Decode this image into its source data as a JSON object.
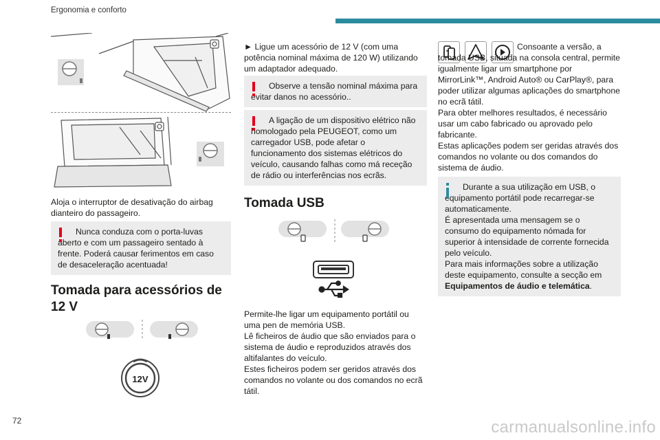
{
  "header": {
    "title": "Ergonomia e conforto"
  },
  "page_number": "72",
  "watermark": "carmanualsonline.info",
  "left_column": {
    "airbag_caption": "Aloja o interruptor de desativação do airbag dianteiro do passageiro.",
    "warning_glovebox": "Nunca conduza com o porta-luvas aberto e com um passageiro sentado à frente. Poderá causar ferimentos em caso de desaceleração acentuada!",
    "section_title": "Tomada para acessórios de 12 V",
    "socket_label": "12V"
  },
  "middle_column": {
    "intro": "► Ligue um acessório de 12 V (com uma potência nominal máxima de 120 W) utilizando um adaptador adequado.",
    "warning_voltage": "Observe a tensão nominal máxima para evitar danos no acessório..",
    "warning_device": "A ligação de um dispositivo elétrico não homologado pela PEUGEOT, como um carregador USB, pode afetar o funcionamento dos sistemas elétricos do veículo, causando falhas como má receção de rádio ou interferências nos ecrãs.",
    "usb_title": "Tomada USB",
    "usb_text": "Permite-lhe ligar um equipamento portátil ou uma pen de memória USB.\nLê ficheiros de áudio que são enviados para o sistema de áudio e reproduzidos através dos altifalantes do veículo.\nEstes ficheiros podem ser geridos através dos comandos no volante ou dos comandos no ecrã tátil."
  },
  "right_column": {
    "version_text": "Consoante a versão, a tomada USB, situada na consola central, permite igualmente ligar um smartphone por MirrorLink™, Android Auto® ou CarPlay®, para poder utilizar algumas aplicações do smartphone no ecrã tátil.\nPara obter melhores resultados, é necessário usar um cabo fabricado ou aprovado pelo fabricante.\nEstas aplicações podem ser geridas através dos comandos no volante ou dos comandos do sistema de áudio.",
    "info_text": "Durante a sua utilização em USB, o equipamento portátil pode recarregar-se automaticamente.\nÉ apresentada uma mensagem se o consumo do equipamento nómada for superior à intensidade de corrente fornecida pelo veículo.\nPara mais informações sobre a utilização deste equipamento, consulte a secção em",
    "info_link": "Equipamentos de áudio e telemática",
    "info_end": "."
  },
  "icons": [
    "mirrorlink-icon",
    "android-auto-icon",
    "carplay-icon",
    "usb-icon",
    "steering-wheel-icon"
  ]
}
